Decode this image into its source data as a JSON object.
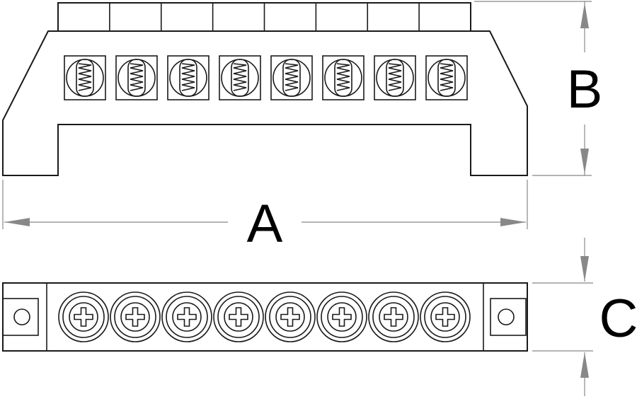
{
  "labels": {
    "a": "A",
    "b": "B",
    "c": "C"
  },
  "colors": {
    "outline": "#1a1a1a",
    "dimension": "#888888",
    "background": "#ffffff"
  },
  "parts": {
    "clamp_count": 8,
    "side_view": "bus-bar-side-view",
    "top_view": "bus-bar-top-view"
  }
}
